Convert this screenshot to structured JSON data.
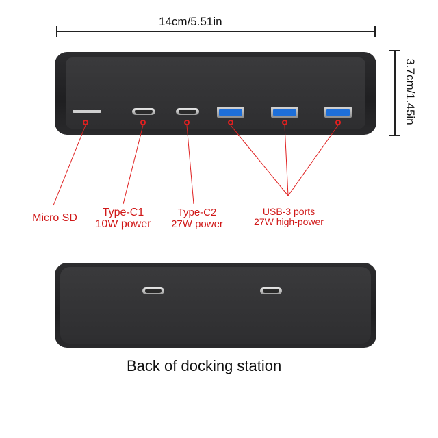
{
  "dimensions": {
    "width_label": "14cm/5.51in",
    "height_label": "3.7cm/1.45in"
  },
  "ports": [
    {
      "name": "Micro SD",
      "detail": ""
    },
    {
      "name": "Type-C1",
      "detail": "10W power"
    },
    {
      "name": "Type-C2",
      "detail": "27W power"
    },
    {
      "name": "USB-3 ports",
      "detail": "27W high-power"
    }
  ],
  "caption": "Back of docking station",
  "colors": {
    "label_red": "#d01818",
    "usb_blue": "#1e6fd9",
    "device_body": "#2c2c2e"
  }
}
